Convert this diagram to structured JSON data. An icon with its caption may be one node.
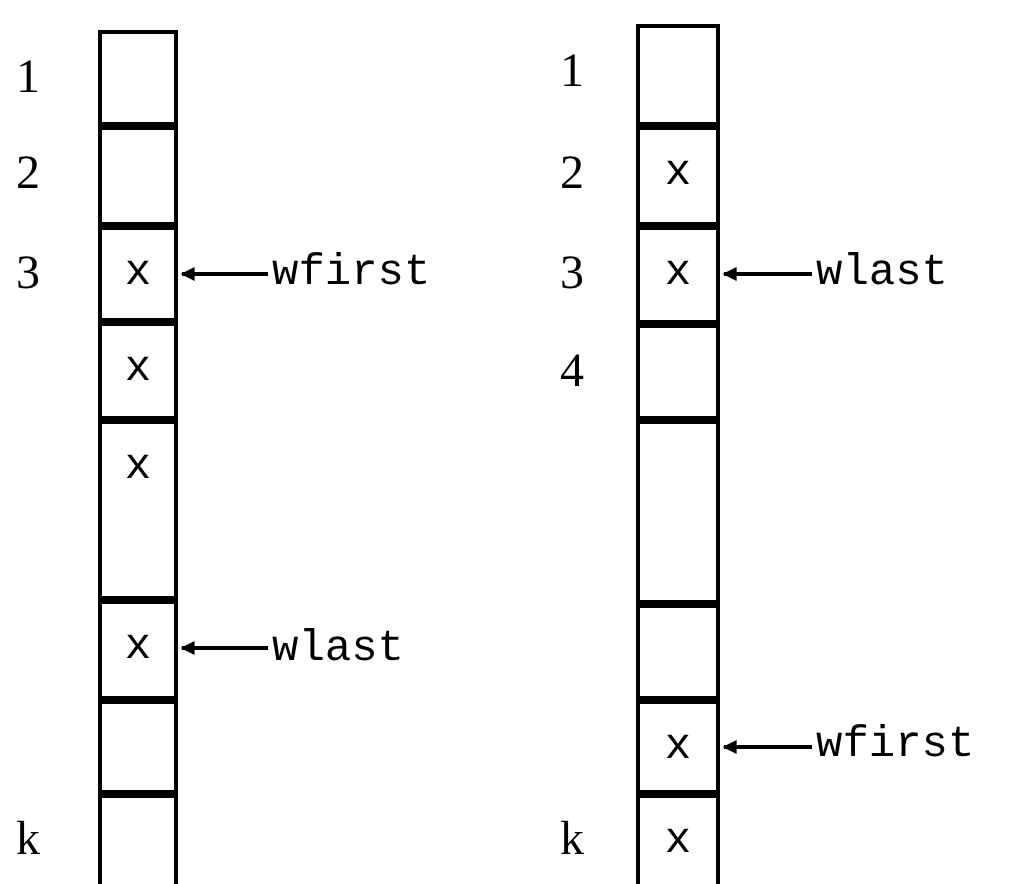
{
  "diagram": {
    "nodes": [
      {
        "text": [],
        "shape": "box"
      },
      {
        "text": [],
        "shape": "box"
      },
      {
        "text": [
          "x"
        ]
      },
      {
        "text": [
          "x"
        ]
      },
      {
        "text": [
          "x"
        ]
      },
      {
        "text": [
          "x"
        ]
      },
      {
        "text": [],
        "shape": "box"
      },
      {
        "text": [],
        "shape": "box"
      },
      {
        "text": [
          "wfirst"
        ]
      },
      {
        "text": [
          "wlast"
        ]
      },
      {
        "text": [],
        "shape": "box"
      },
      {
        "text": [
          "x"
        ]
      },
      {
        "text": [
          "x"
        ]
      },
      {
        "text": [],
        "shape": "box"
      },
      {
        "text": [],
        "shape": "box"
      },
      {
        "text": [],
        "shape": "box"
      },
      {
        "text": [
          "x"
        ]
      },
      {
        "text": [
          "x"
        ]
      },
      {
        "text": [
          "wlast"
        ]
      },
      {
        "text": [
          "wfirst"
        ]
      }
    ],
    "edges": [
      {
        "from": 8,
        "to": 2,
        "arrow": "to"
      },
      {
        "from": 9,
        "to": 5,
        "arrow": "to"
      },
      {
        "from": 18,
        "to": 12,
        "arrow": "to"
      },
      {
        "from": 19,
        "to": 16,
        "arrow": "to"
      }
    ],
    "labels": [
      "1",
      "2",
      "3",
      "k",
      "1",
      "2",
      "3",
      "4",
      "k"
    ]
  }
}
